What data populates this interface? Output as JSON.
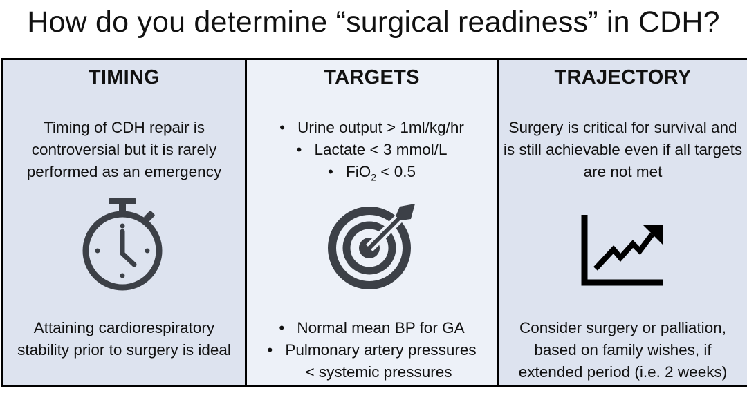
{
  "title": "How do you determine “surgical readiness” in CDH?",
  "columns": [
    {
      "heading": "TIMING",
      "top_text": "Timing of CDH repair is controversial but it is rarely performed as an emergency",
      "icon": "stopwatch-icon",
      "bottom_text": "Attaining cardiorespiratory stability prior to surgery is ideal"
    },
    {
      "heading": "TARGETS",
      "top_bullets": [
        "Urine output > 1ml/kg/hr",
        "Lactate < 3 mmol/L"
      ],
      "fio2_prefix": "FiO",
      "fio2_sub": "2",
      "fio2_suffix": " < 0.5",
      "icon": "target-icon",
      "bottom_bullets": [
        "Normal mean BP for GA",
        "Pulmonary artery pressures"
      ],
      "bottom_continuation": "< systemic pressures"
    },
    {
      "heading": "TRAJECTORY",
      "top_text": "Surgery is critical for survival and is still achievable even if all targets are not met",
      "icon": "trend-chart-icon",
      "bottom_text": "Consider surgery or palliation, based on family wishes, if extended period (i.e. 2 weeks)"
    }
  ],
  "colors": {
    "panel_dark": "#dde3ef",
    "panel_light": "#edf1f8",
    "icon": "#3c4047",
    "border": "#000000"
  }
}
